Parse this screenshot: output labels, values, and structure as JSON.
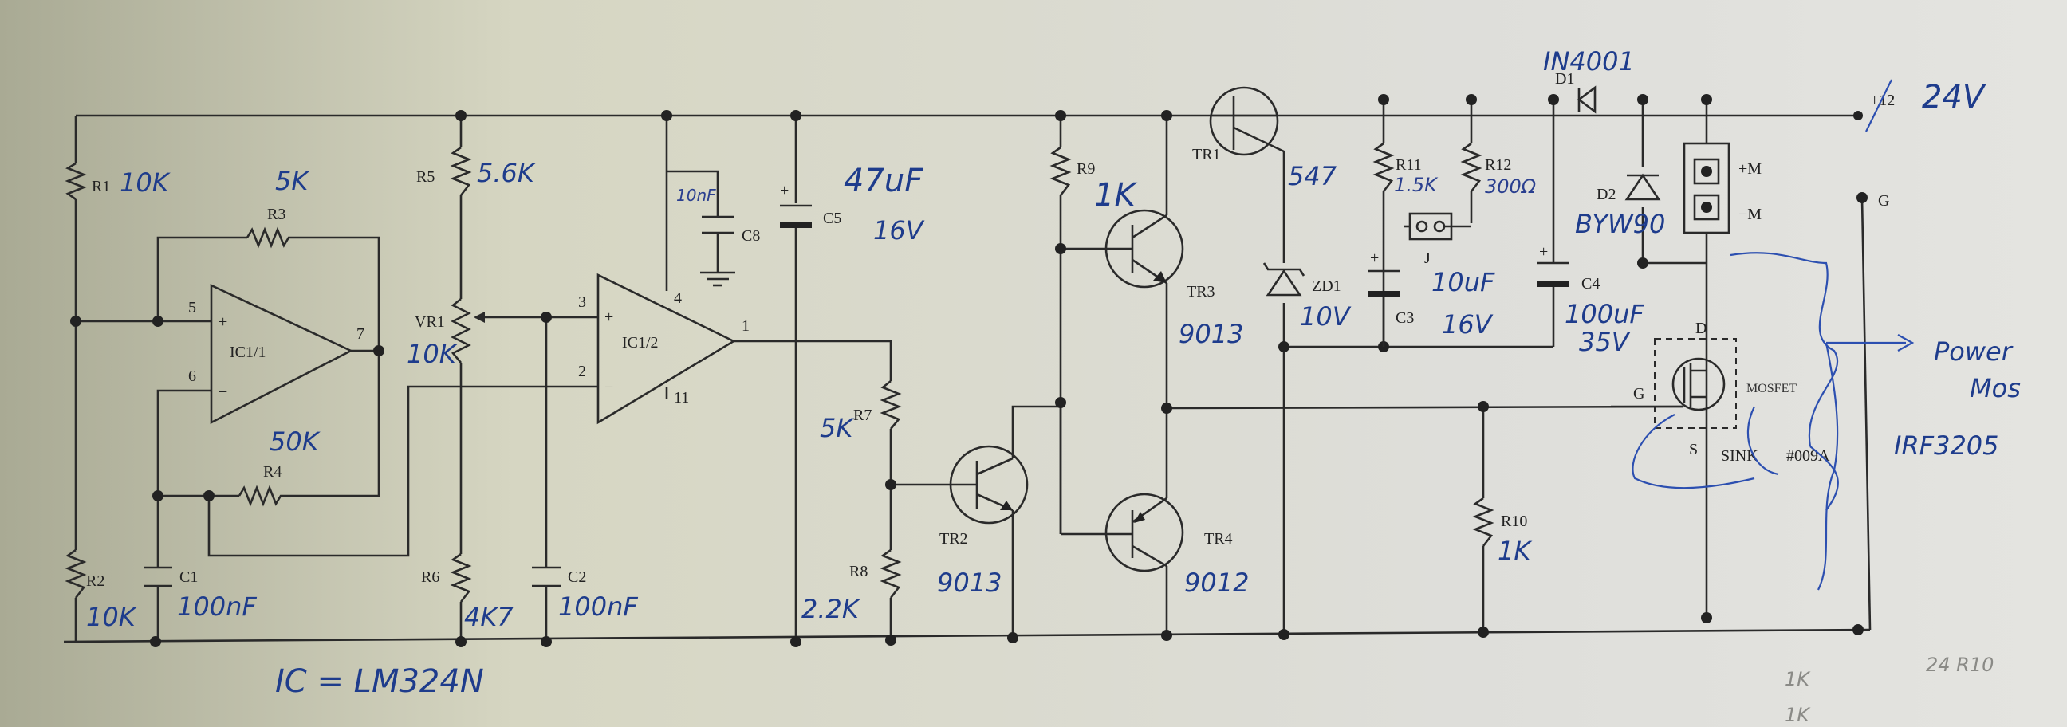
{
  "labels": {
    "r1": "R1",
    "r1_val": "10K",
    "r2": "R2",
    "r2_val": "10K",
    "r3": "R3",
    "r3_val": "5K",
    "r4": "R4",
    "r4_val": "50K",
    "r5": "R5",
    "r5_val": "5.6K",
    "r6": "R6",
    "r6_val": "4K7",
    "r7": "R7",
    "r7_val": "5K",
    "r8": "R8",
    "r8_val": "2.2K",
    "r9": "R9",
    "r9_val": "1K",
    "r10": "R10",
    "r10_val": "1K",
    "r11": "R11",
    "r11_val": "1.5K",
    "r12": "R12",
    "r12_val": "300Ω",
    "vr1": "VR1",
    "vr1_val": "10K",
    "c1": "C1",
    "c1_val": "100nF",
    "c2": "C2",
    "c2_val": "100nF",
    "c3": "C3",
    "c3_val": "10uF",
    "c3_v": "16V",
    "c4": "C4",
    "c4_val": "100uF",
    "c4_v": "35V",
    "c5": "C5",
    "c5_val": "47uF",
    "c5_v": "16V",
    "c8": "C8",
    "c8_val": "10nF",
    "ic11": "IC1/1",
    "ic12": "IC1/2",
    "pin5": "5",
    "pin6": "6",
    "pin7": "7",
    "pin3": "3",
    "pin2": "2",
    "pin4": "4",
    "pin1": "1",
    "pin11": "11",
    "tr1": "TR1",
    "tr1_val": "547",
    "tr2": "TR2",
    "tr2_val": "9013",
    "tr3": "TR3",
    "tr3_val": "9013",
    "tr4": "TR4",
    "tr4_val": "9012",
    "zd1": "ZD1",
    "zd1_val": "10V",
    "d1": "D1",
    "d1_val": "IN4001",
    "d2": "D2",
    "d2_val": "BYW90",
    "j": "J",
    "plus12": "+12",
    "v24": "24V",
    "g_top": "G",
    "m_plus": "+M",
    "m_minus": "−M",
    "mos_d": "D",
    "mos_g": "G",
    "mos_s": "S",
    "mosfet": "MOSFET",
    "sink": "SINK",
    "sink_num": "#009A",
    "power_mos": "Power",
    "power_mos2": "Mos",
    "irf": "IRF3205",
    "ic_note": "IC = LM324N",
    "faint1": "1K",
    "faint2": "1K",
    "faint3": "24 R10"
  }
}
